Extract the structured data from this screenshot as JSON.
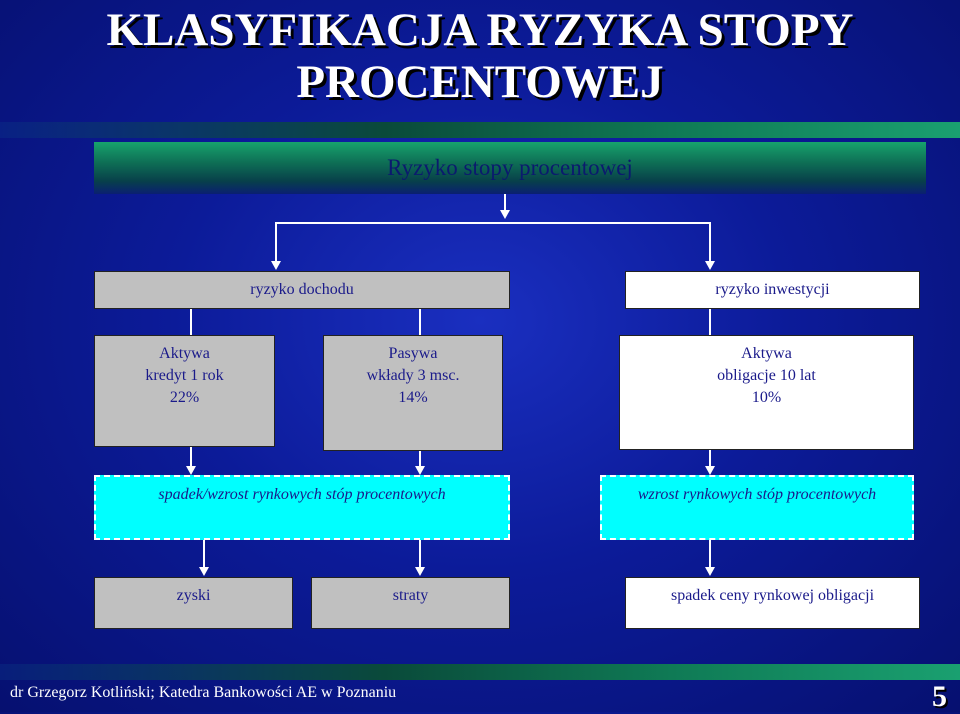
{
  "title": {
    "line1": "KLASYFIKACJA RYZYKA STOPY",
    "line2": "PROCENTOWEJ"
  },
  "header": "Ryzyko stopy procentowej",
  "branches": {
    "left": "ryzyko dochodu",
    "right": "ryzyko inwestycji"
  },
  "items": [
    {
      "line1": "Aktywa",
      "line2": "kredyt 1 rok",
      "line3": "22%"
    },
    {
      "line1": "Pasywa",
      "line2": "wkłady 3 msc.",
      "line3": "14%"
    },
    {
      "line1": "Aktywa",
      "line2": "obligacje 10 lat",
      "line3": "10%"
    }
  ],
  "scenarios": {
    "left": "spadek/wzrost rynkowych stóp procentowych",
    "right": "wzrost rynkowych stóp procentowych"
  },
  "outcomes": {
    "profits": "zyski",
    "losses": "straty",
    "bond": "spadek ceny rynkowej obligacji"
  },
  "footer": "dr Grzegorz Kotliński; Katedra Bankowości AE w Poznaniu",
  "page_number": "5"
}
